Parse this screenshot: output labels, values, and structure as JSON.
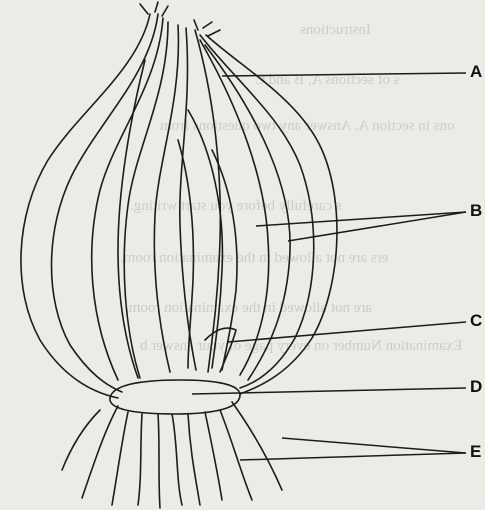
{
  "diagram": {
    "subject": "onion bulb longitudinal section",
    "labels": [
      "A",
      "B",
      "C",
      "D",
      "E"
    ]
  },
  "bleed_through_text": [
    "Instructions",
    "s of sections A, B and C",
    "ons in section A. Answer any two questions from",
    "s carefully before you start writing.",
    "ers are not allowed in the examination room.",
    "are not allowed in the examination room.",
    "Examination Number on every page of your answer b"
  ],
  "colors": {
    "paper": "#ecebe6",
    "ink": "#1c1c1c",
    "bleed": "#9b9b97"
  }
}
